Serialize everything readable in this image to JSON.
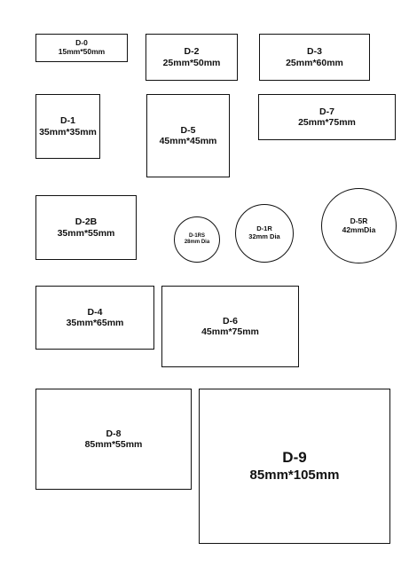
{
  "labels": [
    {
      "id": "D-0",
      "code": "D-0",
      "size": "15mm*50mm"
    },
    {
      "id": "D-2",
      "code": "D-2",
      "size": "25mm*50mm"
    },
    {
      "id": "D-3",
      "code": "D-3",
      "size": "25mm*60mm"
    },
    {
      "id": "D-1",
      "code": "D-1",
      "size": "35mm*35mm"
    },
    {
      "id": "D-5",
      "code": "D-5",
      "size": "45mm*45mm"
    },
    {
      "id": "D-7",
      "code": "D-7",
      "size": "25mm*75mm"
    },
    {
      "id": "D-2B",
      "code": "D-2B",
      "size": "35mm*55mm"
    },
    {
      "id": "D-1RS",
      "code": "D-1RS",
      "size": "28mm Dia"
    },
    {
      "id": "D-1R",
      "code": "D-1R",
      "size": "32mm Dia"
    },
    {
      "id": "D-5R",
      "code": "D-5R",
      "size": "42mmDia"
    },
    {
      "id": "D-4",
      "code": "D-4",
      "size": "35mm*65mm"
    },
    {
      "id": "D-6",
      "code": "D-6",
      "size": "45mm*75mm"
    },
    {
      "id": "D-8",
      "code": "D-8",
      "size": "85mm*55mm"
    },
    {
      "id": "D-9",
      "code": "D-9",
      "size": "85mm*105mm"
    }
  ]
}
